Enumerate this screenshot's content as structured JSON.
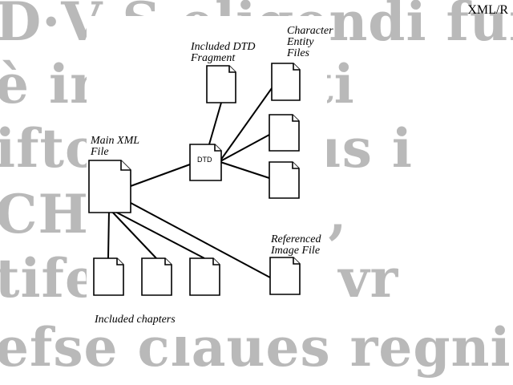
{
  "header": {
    "corner_label": "XML/R"
  },
  "background_lines": [
    "D·V·S·eligendi fummi P",
    "è in            t, ficuti",
    "iftor           nalibus i",
    "CHR             filius ,",
    "tifex           egum vr",
    "efsè claues regni. cœlori"
  ],
  "diagram": {
    "labels": {
      "dtd_fragment": "Included DTD\nFragment",
      "character_entity": "Character\nEntity\nFiles",
      "main_xml": "Main XML\nFile",
      "dtd": "DTD",
      "referenced_image": "Referenced\nImage File",
      "included_chapters": "Included chapters"
    },
    "colors": {
      "stroke": "#000000",
      "fill": "#ffffff"
    }
  }
}
